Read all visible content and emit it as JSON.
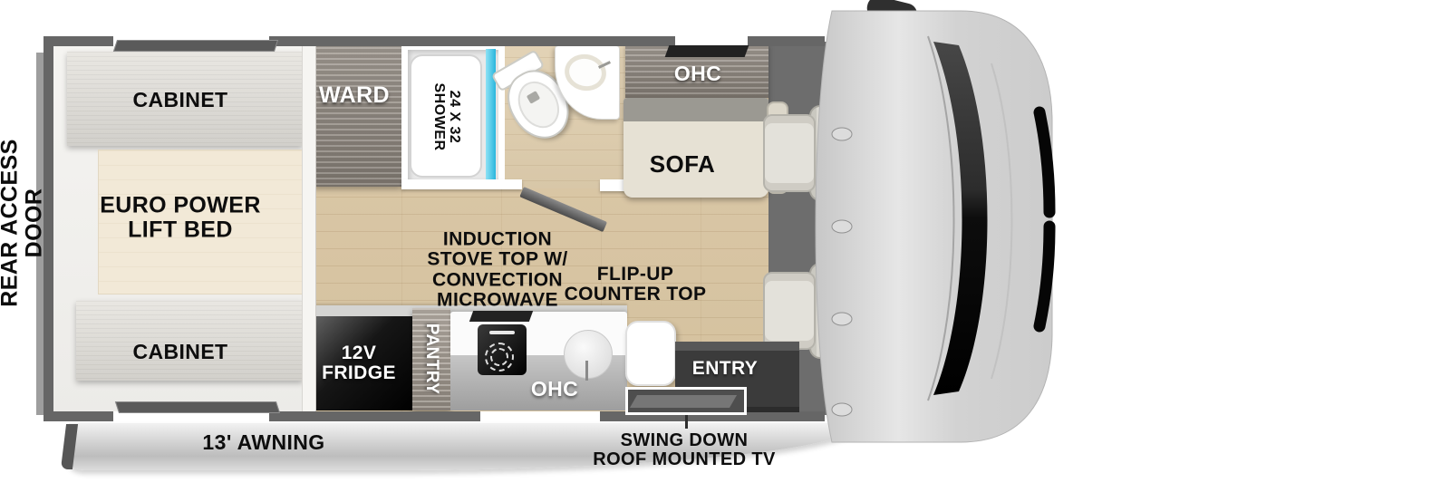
{
  "title": "RV floor plan",
  "exterior": {
    "rear_door_label": "REAR ACCESS\nDOOR",
    "awning_label": "13' AWNING",
    "tv_label": "SWING DOWN\nROOF MOUNTED TV"
  },
  "bedroom": {
    "cabinet_top_label": "CABINET",
    "bed_label": "EURO POWER\nLIFT BED",
    "cabinet_bottom_label": "CABINET"
  },
  "wardrobe_label": "WARD",
  "bathroom": {
    "shower_label": "24 X 32\nSHOWER"
  },
  "living": {
    "ohc_label": "OHC",
    "sofa_label": "SOFA"
  },
  "kitchen": {
    "stove_note": "INDUCTION\nSTOVE TOP W/\nCONVECTION\nMICROWAVE",
    "counter_note": "FLIP-UP\nCOUNTER TOP",
    "fridge_label": "12V\nFRIDGE",
    "pantry_label": "PANTRY",
    "ohc_label": "OHC",
    "entry_label": "ENTRY"
  },
  "colors": {
    "wall": "#666666",
    "wood_floor": "#d9c7a6",
    "bed": "#f2e9d7",
    "cabinet_light": "#dfddd8",
    "wood_dark": "#98918a",
    "sofa": "#e6e1d4",
    "shower_glass": "#3cc4e6",
    "fridge": "#000000",
    "entry": "#3b3b3b",
    "awning": "#cccccc",
    "cab_body": "#d6d6d6",
    "windshield": "#111111"
  }
}
